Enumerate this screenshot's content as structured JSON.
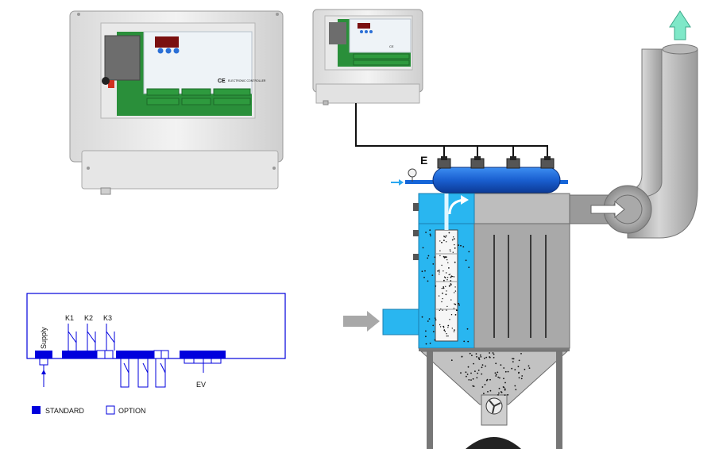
{
  "panel_large": {
    "ce_text": "CE",
    "brand_text": "ELECTRONIC CONTROLLER"
  },
  "panel_small": {
    "ce_text": "CE"
  },
  "header_label": "E",
  "wiring": {
    "supply_label": "Supply",
    "relays": [
      "K1",
      "K2",
      "K3"
    ],
    "ev_label": "EV"
  },
  "legend": {
    "standard": "STANDARD",
    "option": "OPTION"
  },
  "colors": {
    "accent_blue": "#0000dd",
    "light_blue": "#29b6f0",
    "header_blue": "#1565d8",
    "grey": "#a8a8a8",
    "arrow_green": "#7fe8c8"
  }
}
